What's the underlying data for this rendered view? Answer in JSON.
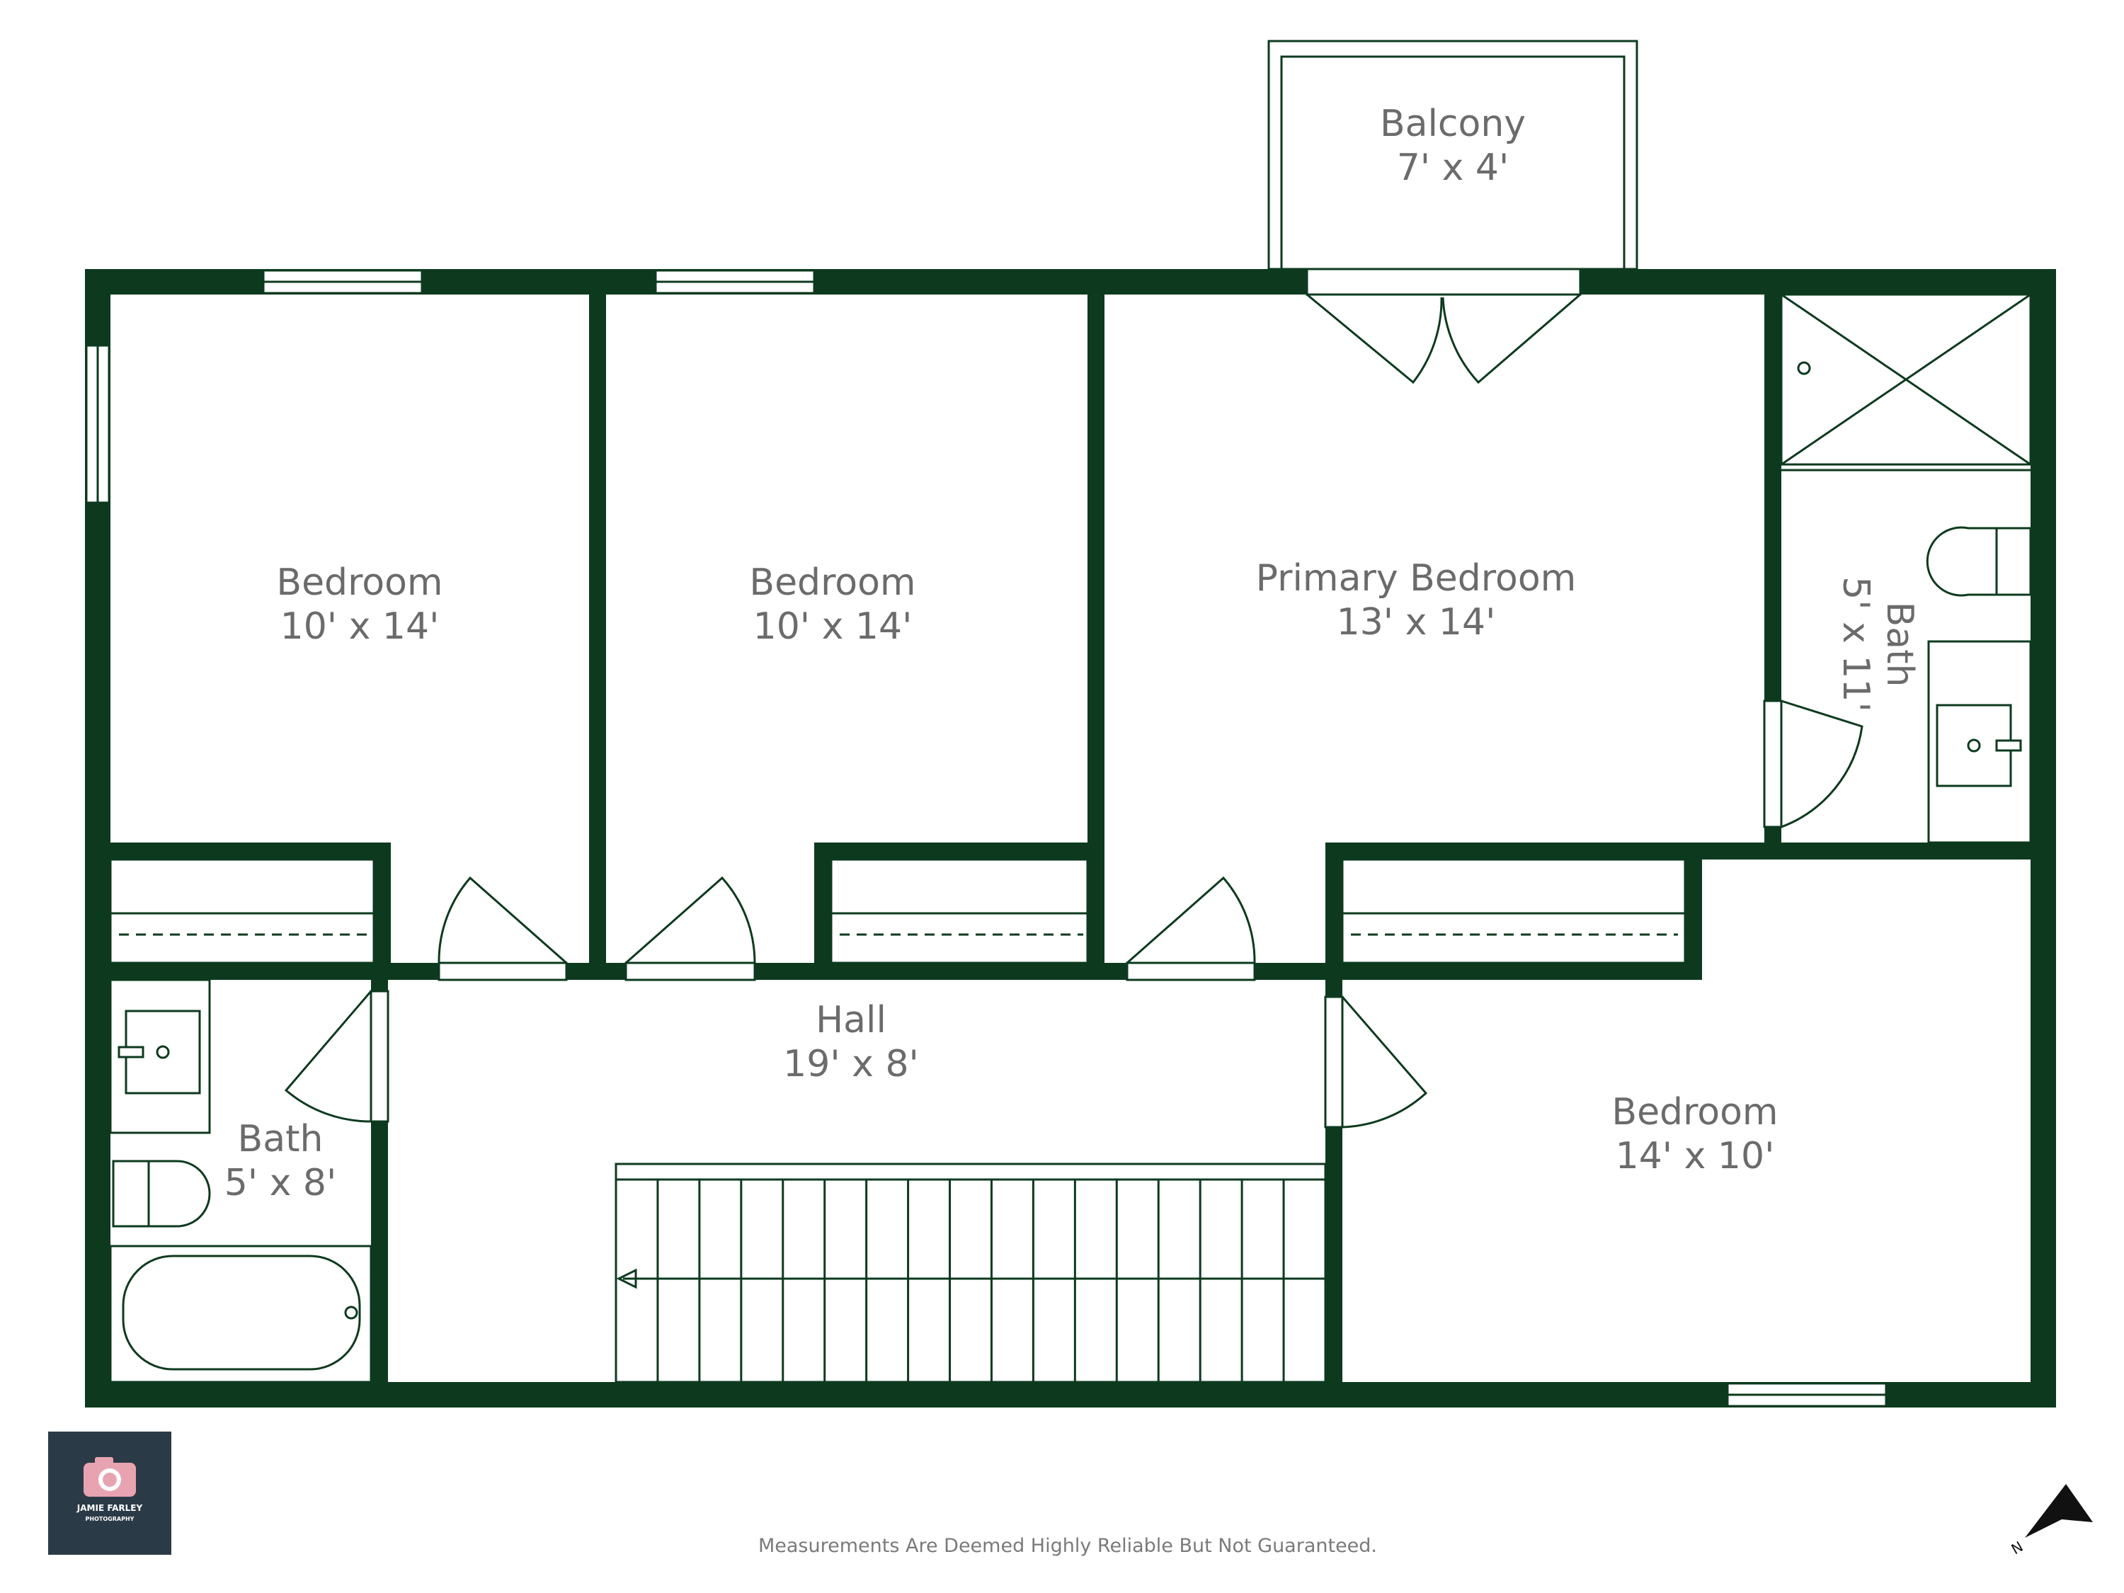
{
  "colors": {
    "wall": "#0d3a1f",
    "label": "#6b6b6b",
    "background": "#ffffff",
    "logo_bg": "#2b3a47",
    "logo_camera": "#e8a3b1"
  },
  "rooms": {
    "balcony": {
      "name": "Balcony",
      "dims": "7' x 4'"
    },
    "bedroom_1": {
      "name": "Bedroom",
      "dims": "10' x 14'"
    },
    "bedroom_2": {
      "name": "Bedroom",
      "dims": "10' x 14'"
    },
    "primary_bedroom": {
      "name": "Primary Bedroom",
      "dims": "13' x 14'"
    },
    "primary_bath": {
      "name": "Bath",
      "dims": "5' x 11'"
    },
    "hall": {
      "name": "Hall",
      "dims": "19' x 8'"
    },
    "bath": {
      "name": "Bath",
      "dims": "5' x 8'"
    },
    "bedroom_3": {
      "name": "Bedroom",
      "dims": "14' x 10'"
    }
  },
  "footer": {
    "disclaimer": "Measurements Are Deemed Highly Reliable But Not Guaranteed.",
    "logo_line1": "JAMIE FARLEY",
    "logo_line2": "PHOTOGRAPHY",
    "compass": "N"
  }
}
